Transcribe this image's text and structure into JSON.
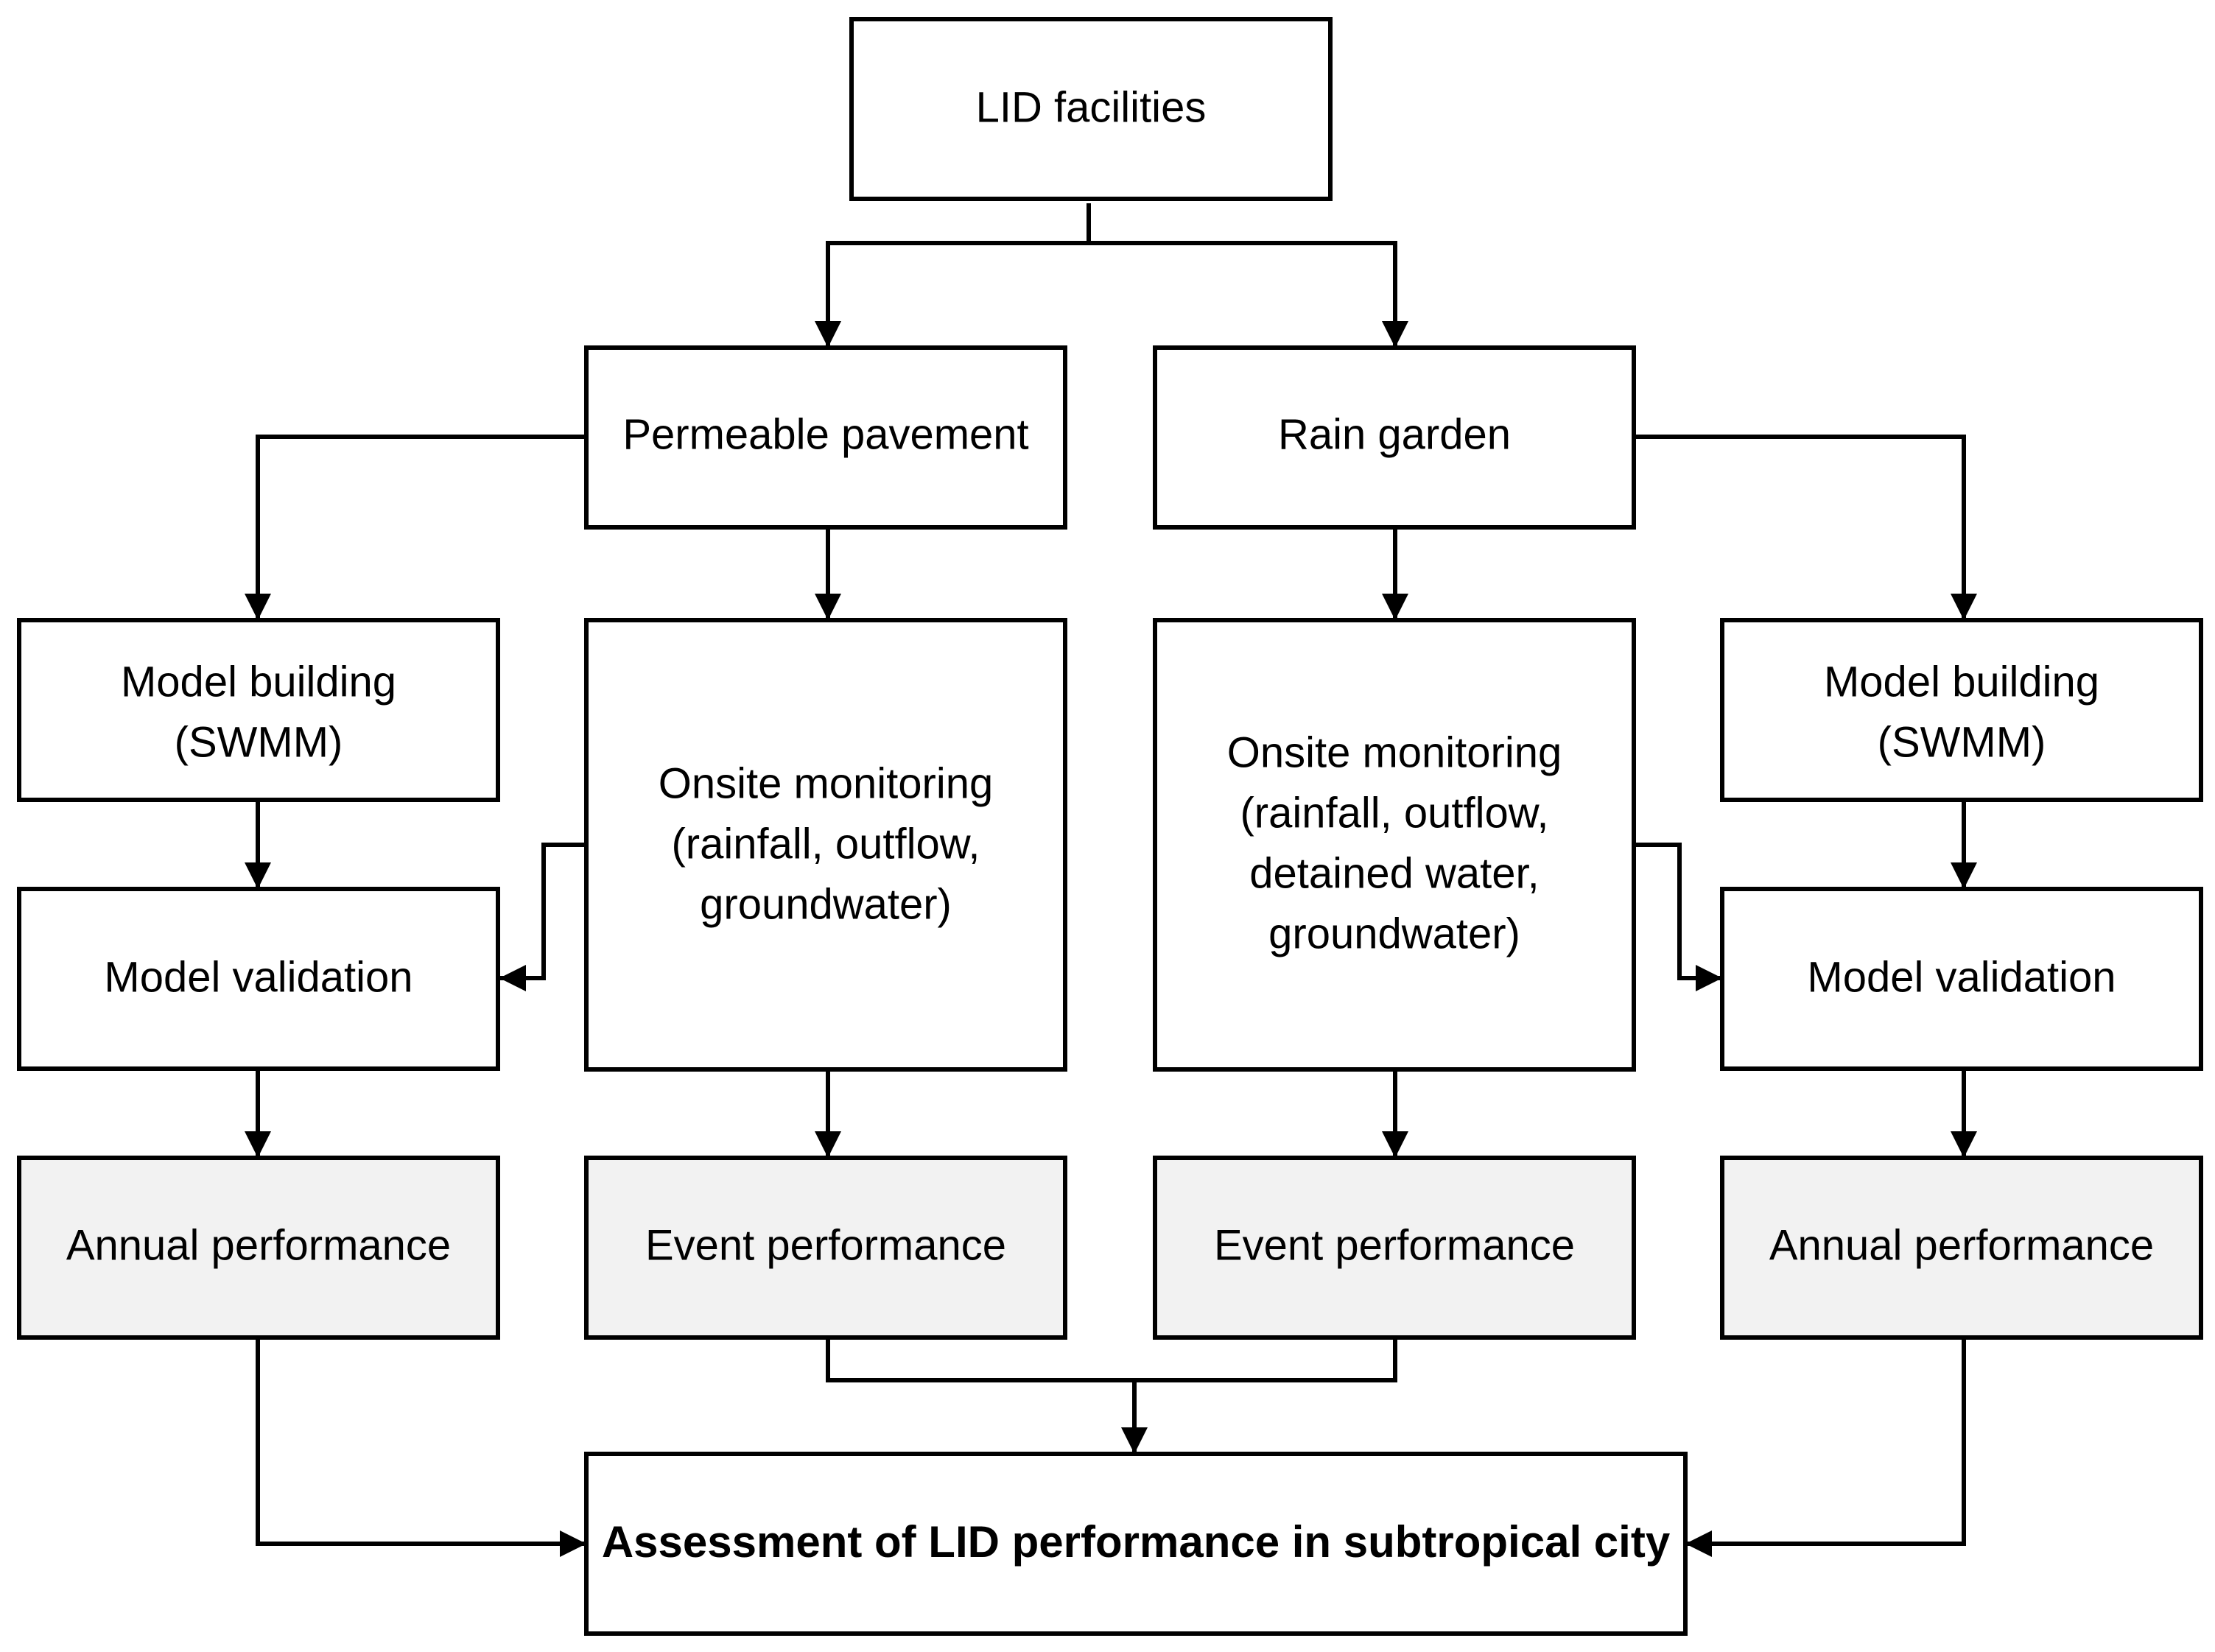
{
  "nodes": {
    "lid_facilities": "LID facilities",
    "permeable_pavement": "Permeable pavement",
    "rain_garden": "Rain garden",
    "left_model_building": [
      "Model building",
      "(SWMM)"
    ],
    "pp_onsite_monitoring": [
      "Onsite monitoring",
      "(rainfall, outflow,",
      "groundwater)"
    ],
    "rg_onsite_monitoring": [
      "Onsite monitoring",
      "(rainfall, outflow,",
      "detained water,",
      "groundwater)"
    ],
    "right_model_building": [
      "Model building",
      "(SWMM)"
    ],
    "left_model_validation": "Model validation",
    "right_model_validation": "Model validation",
    "left_annual_performance": "Annual performance",
    "pp_event_performance": "Event performance",
    "rg_event_performance": "Event performance",
    "right_annual_performance": "Annual performance",
    "assessment": "Assessment of LID performance in subtropical city"
  },
  "colors": {
    "stroke": "#000000",
    "box_fill": "#ffffff",
    "shaded_fill": "#f2f2f2"
  }
}
